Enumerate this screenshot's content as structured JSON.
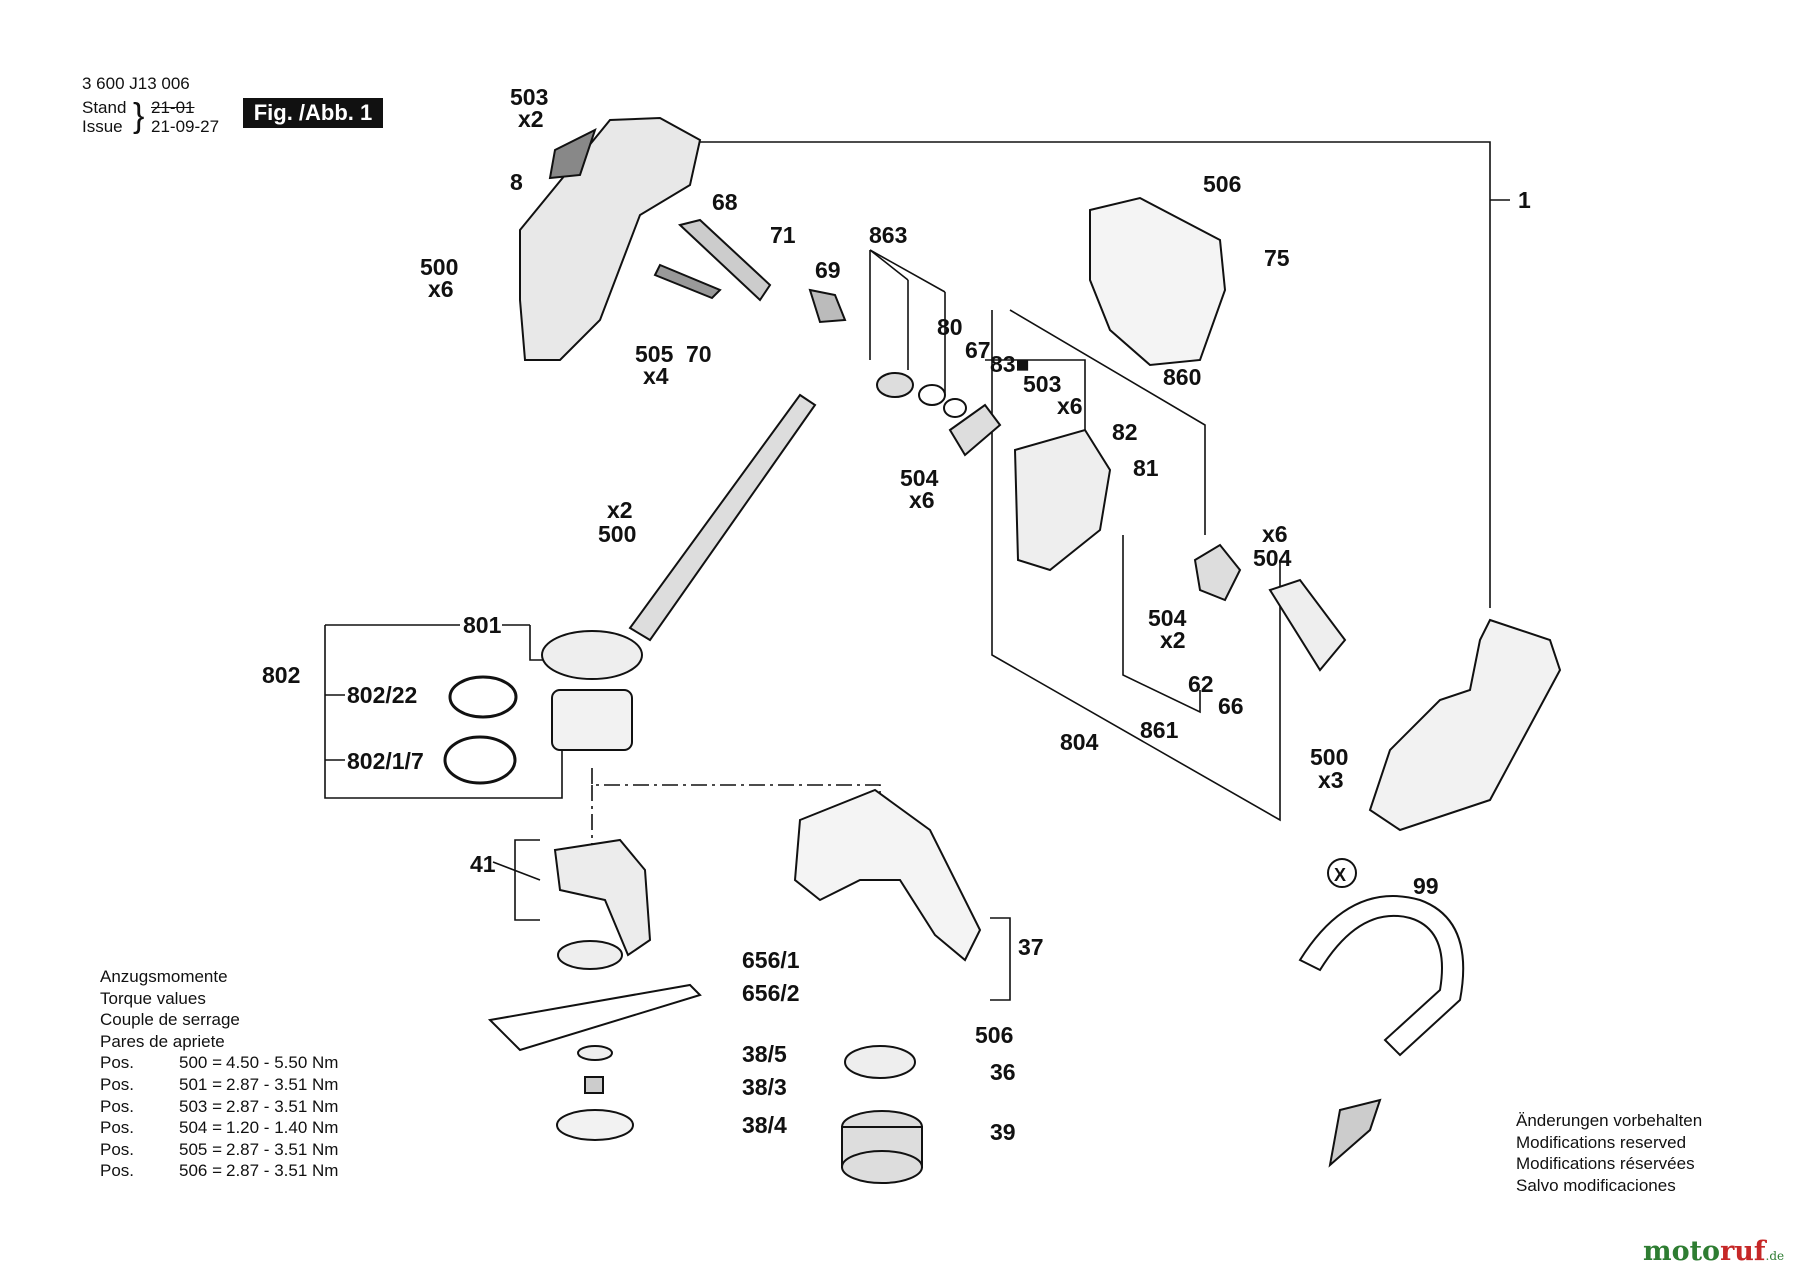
{
  "header": {
    "doc_number": "3 600 J13 006",
    "stand_label": "Stand",
    "stand_value": "21-01",
    "issue_label": "Issue",
    "issue_value": "21-09-27",
    "fig_label": "Fig. /Abb. 1"
  },
  "parts": {
    "p1": "1",
    "p8": "8",
    "p36": "36",
    "p37": "37",
    "p39": "39",
    "p41": "41",
    "p62": "62",
    "p66": "66",
    "p67": "67",
    "p68": "68",
    "p69": "69",
    "p70": "70",
    "p71": "71",
    "p75": "75",
    "p80": "80",
    "p81": "81",
    "p82": "82",
    "p83": "83■",
    "p99": "99",
    "p500": "500",
    "p503": "503",
    "p504": "504",
    "p505": "505",
    "p506": "506",
    "p801": "801",
    "p802": "802",
    "p802_22": "802/22",
    "p802_1_7": "802/1/7",
    "p804": "804",
    "p860": "860",
    "p861": "861",
    "p863": "863",
    "p656_1": "656/1",
    "p656_2": "656/2",
    "p38_3": "38/3",
    "p38_4": "38/4",
    "p38_5": "38/5",
    "x2": "x2",
    "x3": "x3",
    "x4": "x4",
    "x6": "x6",
    "xmark": "X"
  },
  "torque": {
    "lines": [
      "Anzugsmomente",
      "Torque values",
      "Couple de serrage",
      "Pares de apriete"
    ],
    "rows": [
      {
        "pos": "Pos.",
        "num": "500 =",
        "val": "4.50 - 5.50 Nm"
      },
      {
        "pos": "Pos.",
        "num": "501 =",
        "val": "2.87 - 3.51 Nm"
      },
      {
        "pos": "Pos.",
        "num": "503 =",
        "val": "2.87 - 3.51 Nm"
      },
      {
        "pos": "Pos.",
        "num": "504 =",
        "val": "1.20 - 1.40 Nm"
      },
      {
        "pos": "Pos.",
        "num": "505 =",
        "val": "2.87 - 3.51 Nm"
      },
      {
        "pos": "Pos.",
        "num": "506 =",
        "val": "2.87 - 3.51 Nm"
      }
    ]
  },
  "modifications": [
    "Änderungen vorbehalten",
    "Modifications reserved",
    "Modifications réservées",
    "Salvo modificaciones"
  ],
  "watermark": {
    "part1": "moto",
    "part2": "ruf",
    "tld": ".de"
  }
}
